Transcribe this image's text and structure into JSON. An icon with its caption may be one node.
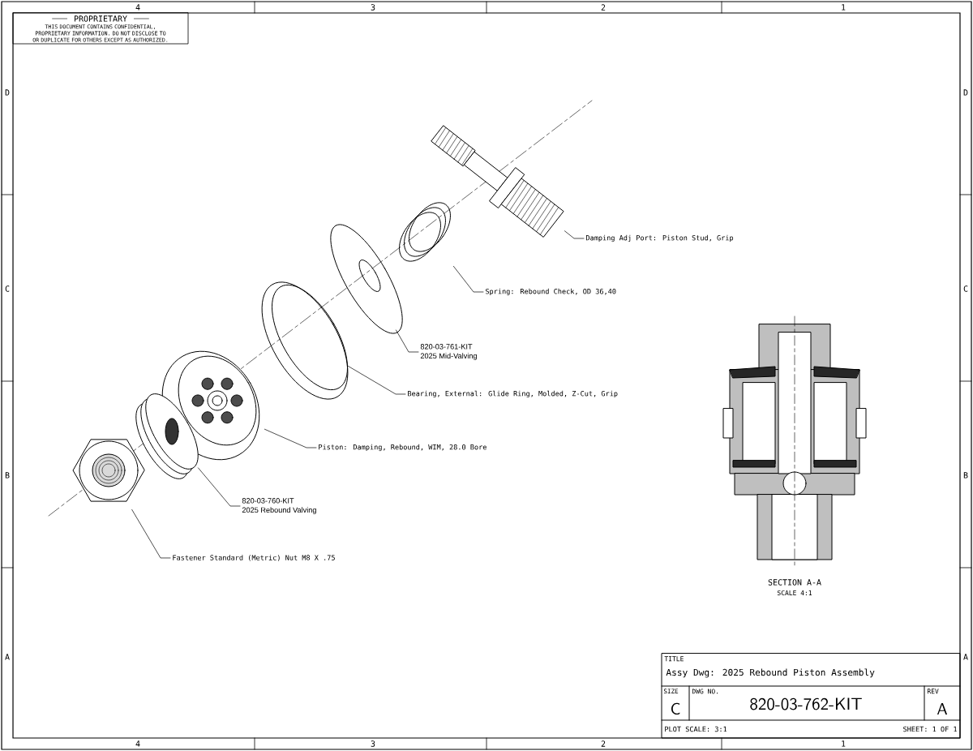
{
  "diagram": {
    "nodes": [
      {
        "text": [
          "Damping Adj Port: Piston Stud, Grip"
        ]
      },
      {
        "text": [
          "Spring: Rebound Check, OD 36,40"
        ]
      },
      {
        "text": [
          "820-03-761-KIT",
          "2025 Mid-Valving"
        ]
      },
      {
        "text": [
          "Bearing, External: Glide Ring, Molded, Z-Cut, Grip"
        ]
      },
      {
        "text": [
          "Piston: Damping, Rebound, WIM, 28.0 Bore"
        ]
      },
      {
        "text": [
          "820-03-760-KIT",
          "2025 Rebound Valving"
        ]
      },
      {
        "text": [
          "Fastener Standard (Metric) Nut M8 X .75"
        ]
      },
      {
        "text": [],
        "shape": "picture"
      },
      {
        "text": [],
        "shape": "picture"
      },
      {
        "text": [],
        "shape": "picture"
      },
      {
        "text": [],
        "shape": "picture"
      },
      {
        "text": [],
        "shape": "picture"
      },
      {
        "text": [],
        "shape": "picture"
      },
      {
        "text": [],
        "shape": "picture"
      }
    ],
    "edges": [
      {
        "from": 0,
        "to": 7,
        "arrow": "none"
      },
      {
        "from": 1,
        "to": 8,
        "arrow": "none"
      },
      {
        "from": 2,
        "to": 9,
        "arrow": "none"
      },
      {
        "from": 3,
        "to": 10,
        "arrow": "none"
      },
      {
        "from": 4,
        "to": 11,
        "arrow": "none"
      },
      {
        "from": 5,
        "to": 12,
        "arrow": "none"
      },
      {
        "from": 6,
        "to": 13,
        "arrow": "none"
      }
    ],
    "labels": [
      "4",
      "3",
      "2",
      "1",
      "4",
      "3",
      "2",
      "1",
      "D",
      "C",
      "B",
      "A",
      "D",
      "C",
      "B",
      "A",
      "PROPRIETARY",
      "THIS DOCUMENT CONTAINS CONFIDENTIAL, PROPRIETARY INFORMATION. DO NOT DISCLOSE TO OR DUPLICATE FOR OTHERS EXCEPT AS AUTHORIZED.",
      "SECTION A-A",
      "SCALE 4:1",
      "TITLE",
      "Assy Dwg: 2025 Rebound Piston Assembly",
      "SIZE",
      "C",
      "DWG NO.",
      "820-03-762-KIT",
      "REV",
      "A",
      "PLOT SCALE: 3:1",
      "SHEET: 1 OF 1"
    ]
  }
}
